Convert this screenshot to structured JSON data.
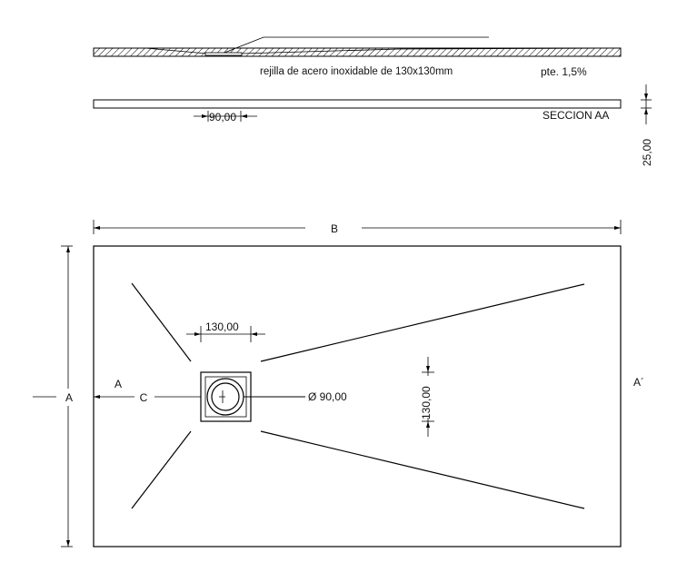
{
  "section": {
    "grate_note": "rejilla de acero inoxidable de 130x130mm",
    "slope": "pte. 1,5%",
    "title": "SECCION AA",
    "thickness_dim": "25,00",
    "drain_dim": "90,00"
  },
  "plan": {
    "width_label": "B",
    "height_label": "A",
    "section_start": "A",
    "section_end": "A´",
    "offset_label": "C",
    "grate_width_dim": "130,00",
    "grate_height_dim": "130,00",
    "drain_diameter": "Ø 90,00"
  }
}
